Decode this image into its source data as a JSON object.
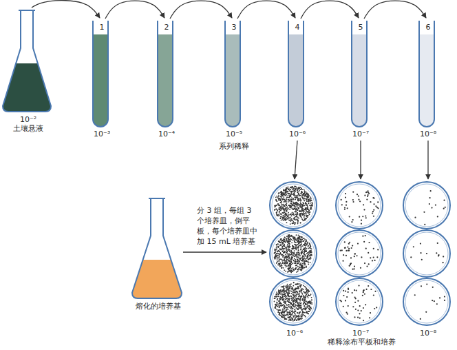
{
  "diagram": {
    "nodes": [
      {
        "text": [
          "10⁻²",
          "土壤悬液"
        ]
      },
      {
        "text": [
          "1",
          "10⁻³"
        ]
      },
      {
        "text": [
          "2",
          "10⁻⁴"
        ]
      },
      {
        "text": [
          "3",
          "10⁻⁵"
        ]
      },
      {
        "text": [
          "4",
          "10⁻⁶"
        ]
      },
      {
        "text": [
          "5",
          "10⁻⁷"
        ]
      },
      {
        "text": [
          "6",
          "10⁻⁸"
        ]
      },
      {
        "text": [
          "熔化的培养基"
        ]
      },
      {
        "text": [
          "10⁻⁶"
        ]
      },
      {
        "text": [
          "10⁻⁷"
        ]
      },
      {
        "text": [
          "10⁻⁸"
        ]
      }
    ],
    "edges": [
      {
        "from": 0,
        "to": 1,
        "arrow": "to"
      },
      {
        "from": 1,
        "to": 2,
        "arrow": "to"
      },
      {
        "from": 2,
        "to": 3,
        "arrow": "to"
      },
      {
        "from": 3,
        "to": 4,
        "arrow": "to"
      },
      {
        "from": 4,
        "to": 5,
        "arrow": "to"
      },
      {
        "from": 5,
        "to": 6,
        "arrow": "to"
      },
      {
        "from": 4,
        "to": 8,
        "arrow": "to"
      },
      {
        "from": 5,
        "to": 9,
        "arrow": "to"
      },
      {
        "from": 6,
        "to": 10,
        "arrow": "to"
      },
      {
        "from": 7,
        "to": 8,
        "label": "分 3 组，每组 3 个培养皿，倒平板，每个培养皿中加 15 mL 培养基",
        "arrow": "to"
      }
    ],
    "labels": [
      "系列稀释",
      "稀释涂布平板和培养"
    ]
  }
}
